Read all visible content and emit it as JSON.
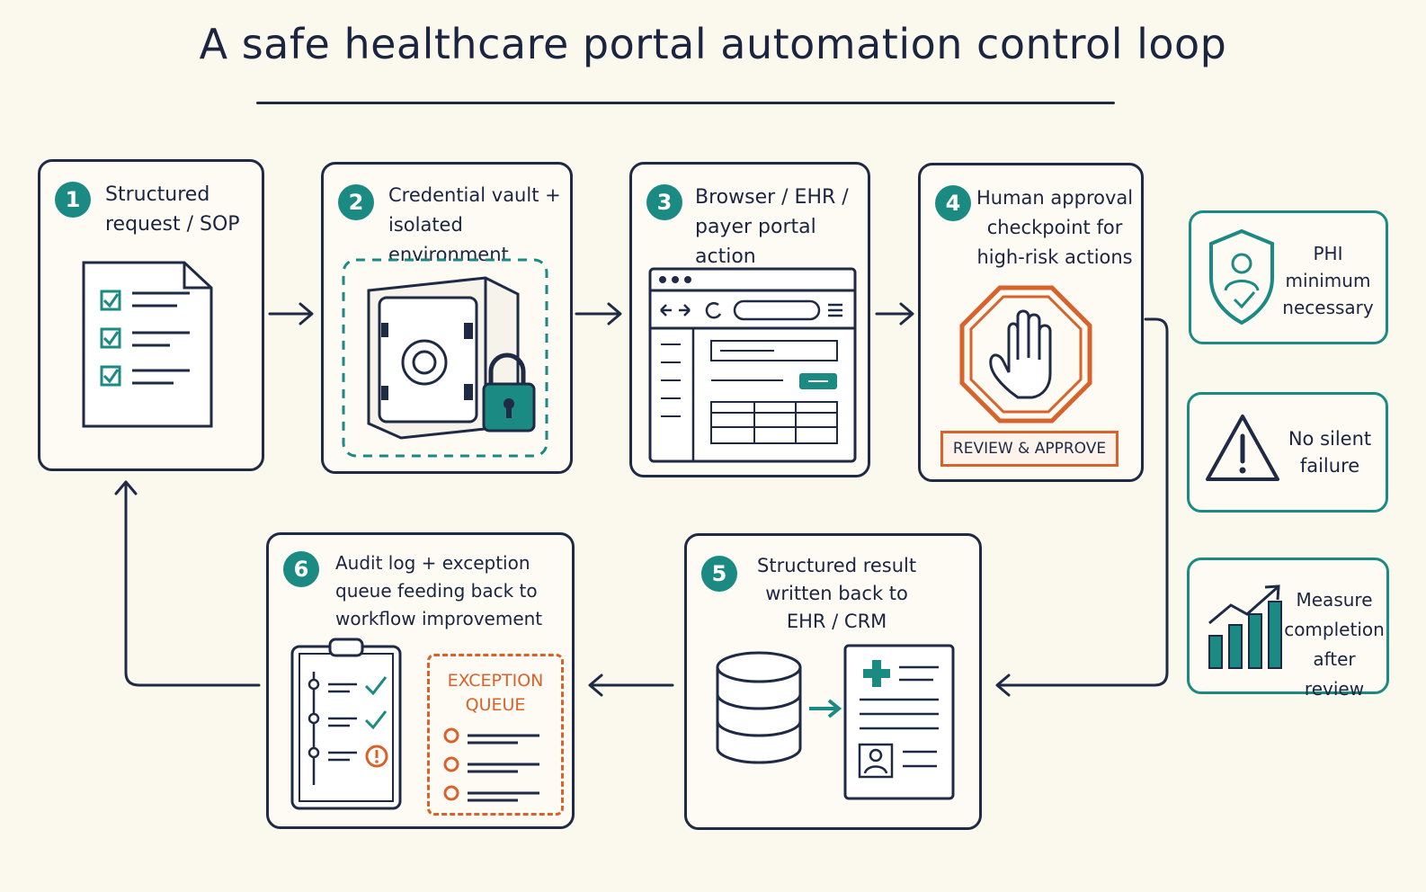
{
  "title": "A safe healthcare portal automation control loop",
  "steps": [
    {
      "number": "1",
      "label": "Structured\nrequest / SOP"
    },
    {
      "number": "2",
      "label": "Credential vault +\nisolated environment"
    },
    {
      "number": "3",
      "label": "Browser / EHR /\npayer portal action"
    },
    {
      "number": "4",
      "label": "Human approval\ncheckpoint for\nhigh-risk actions",
      "button_label": "REVIEW & APPROVE"
    },
    {
      "number": "5",
      "label": "Structured result\nwritten back to\nEHR / CRM"
    },
    {
      "number": "6",
      "label": "Audit log + exception\nqueue feeding back to\nworkflow improvement",
      "exception_label": "EXCEPTION\nQUEUE"
    }
  ],
  "side_panels": [
    {
      "label": "PHI\nminimum\nnecessary",
      "icon": "shield-user-icon"
    },
    {
      "label": "No silent\nfailure",
      "icon": "warning-icon"
    },
    {
      "label": "Measure\ncompletion\nafter review",
      "icon": "bar-chart-icon"
    }
  ],
  "colors": {
    "ink": "#1f2a44",
    "teal": "#1a8a82",
    "orange": "#d9622b",
    "paper": "#fbf8ee"
  }
}
